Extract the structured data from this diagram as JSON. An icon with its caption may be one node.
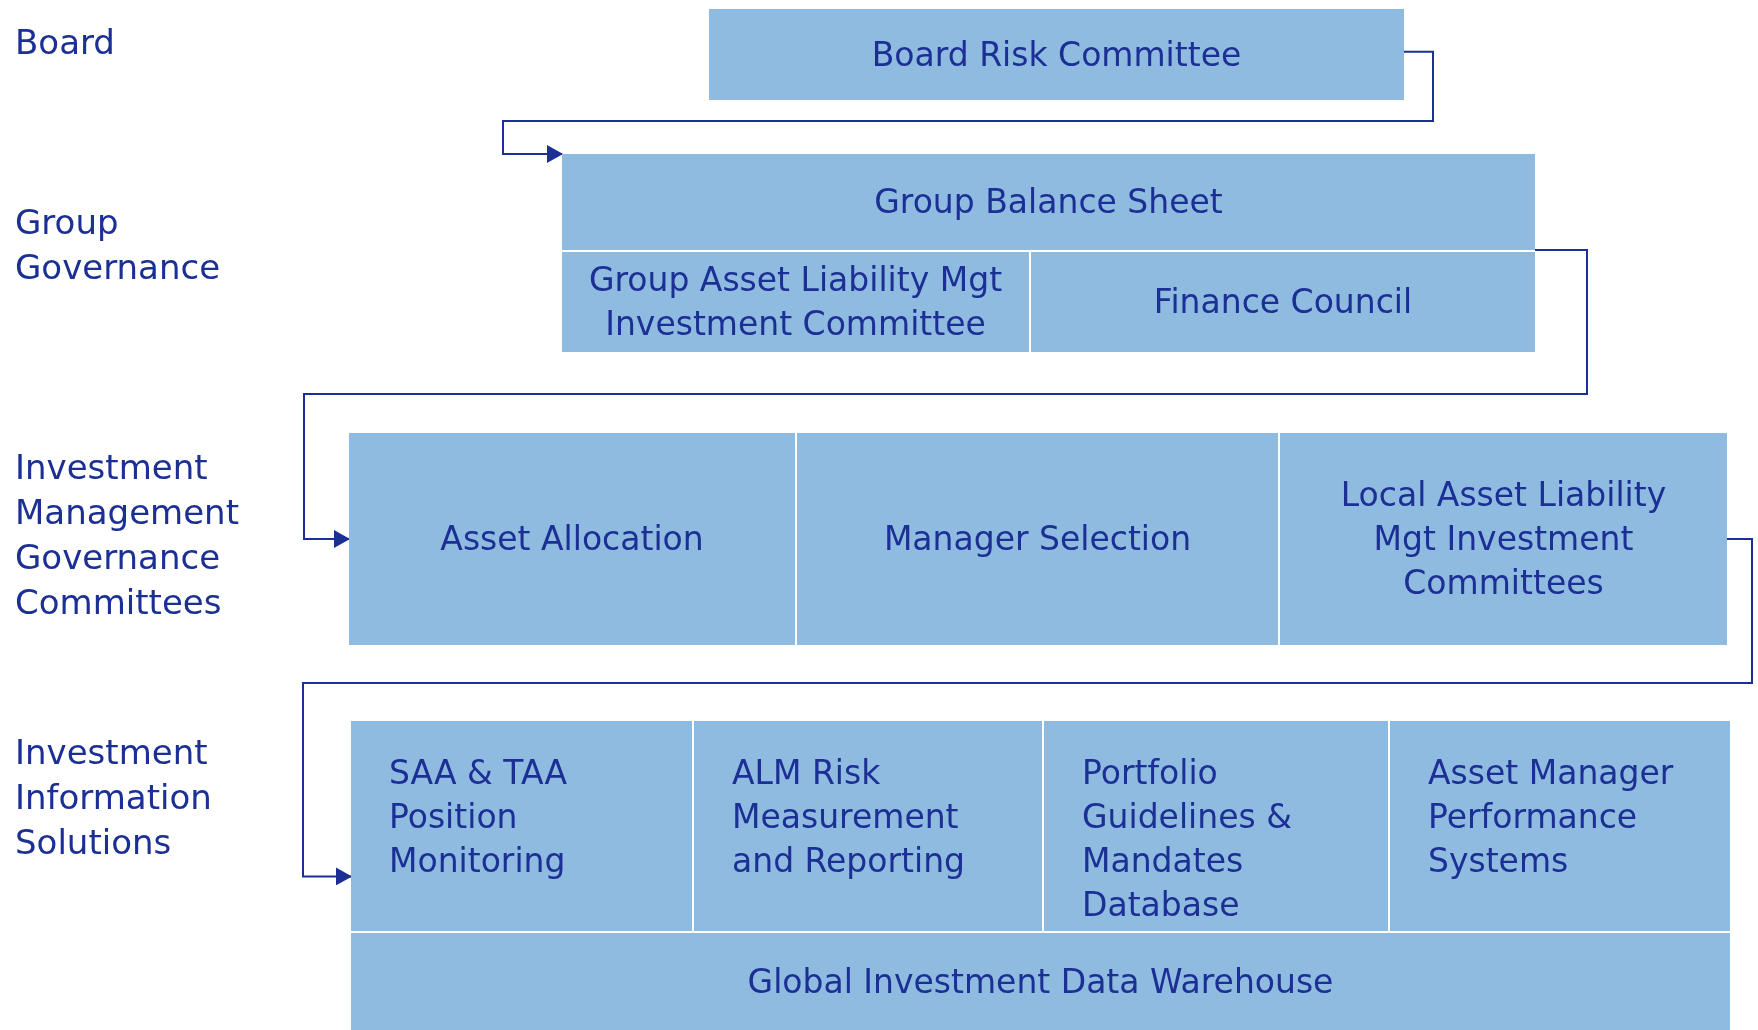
{
  "diagram": {
    "nodes": [
      {
        "text": [
          "Board Risk Committee"
        ]
      },
      {
        "text": [
          "Group Balance Sheet"
        ]
      },
      {
        "text": [
          "Group Asset Liability Mgt Investment Committee"
        ]
      },
      {
        "text": [
          "Finance Council"
        ]
      },
      {
        "text": [
          "Asset Allocation"
        ]
      },
      {
        "text": [
          "Manager Selection"
        ]
      },
      {
        "text": [
          "Local Asset Liability Mgt Investment Committees"
        ]
      },
      {
        "text": [
          "SAA & TAA Position Monitoring"
        ]
      },
      {
        "text": [
          "ALM Risk Measurement and Reporting"
        ]
      },
      {
        "text": [
          "Portfolio Guidelines & Mandates Database"
        ]
      },
      {
        "text": [
          "Asset Manager Performance Systems"
        ]
      },
      {
        "text": [
          "Global Investment Data Warehouse"
        ]
      }
    ],
    "edges": [
      {
        "from": 0,
        "to": 1,
        "arrow": "to"
      },
      {
        "from": 1,
        "to": 4,
        "arrow": "to"
      },
      {
        "from": 6,
        "to": 7,
        "arrow": "to"
      }
    ],
    "labels": [
      "Board",
      "Group Governance",
      "Investment Management Governance Committees",
      "Investment Information Solutions"
    ]
  }
}
